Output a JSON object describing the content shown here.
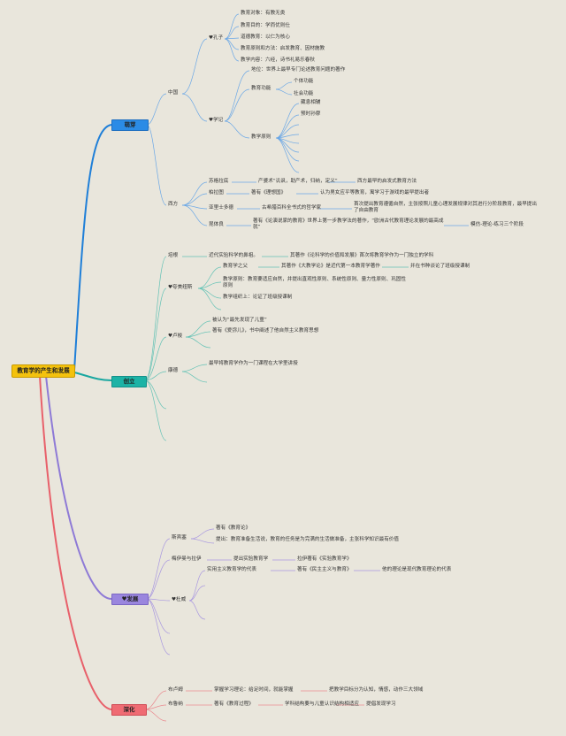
{
  "root": "教育学的产生和发展",
  "branches": [
    {
      "label": "萌芽",
      "color": "#1f7fd8"
    },
    {
      "label": "创立",
      "color": "#1aa7a0"
    },
    {
      "label": "♥发展",
      "color": "#8e7ad6"
    },
    {
      "label": "深化",
      "color": "#e8606a"
    }
  ],
  "mengya": {
    "zhongguo": "中国",
    "kongzi": "♥孔子",
    "kongzi_items": [
      "教育对象：有教无类",
      "教育目的：学而优则仕",
      "道德教育：以仁为核心",
      "教育原则和方法：启发教育、因材施教",
      "教学内容：六经，诗书礼易乐春秋"
    ],
    "xueji": "♥学记",
    "xueji_status": "地位：世界上最早专门论述教育问题的著作",
    "jiaoyu_gongneng": "教育功能",
    "gongneng_items": [
      "个体功能",
      "社会功能"
    ],
    "jiaoxue_yuanze": "教学原则",
    "yuanze_items": [
      "藏息相辅",
      "预时孙摩"
    ],
    "xifang": "西方",
    "xifang_rows": [
      {
        "name": "苏格拉底",
        "c1": "产婆术“讥讽，助产术，归纳，定义”",
        "c2": "西方最早的启发式教育方法"
      },
      {
        "name": "柏拉图",
        "c1": "著有《理想国》",
        "c2": "认为男女应平等教育，寓学习于游戏的最早提出者"
      },
      {
        "name": "亚里士多德",
        "c1": "古希腊百科全书式的哲学家",
        "c2": "首次提出教育遵循自然，主张按照儿童心理发展规律对其进行分阶段教育，最早提出了自由教育"
      },
      {
        "name": "昆体良",
        "c1": "著有《论演说家的教育》世界上第一步教学法的著作，“欧洲古代教育理论发展的最高成就”",
        "c2": "模仿-理论-练习三个阶段"
      }
    ]
  },
  "chuangli": {
    "peigen": "培根",
    "peigen_c1": "近代实验科学的鼻祖。",
    "peigen_c2": "其著作《论科学的价值和发展》首次将教育学作为一门独立的学科",
    "kmns": "♥夸美纽斯",
    "kmns_items": [
      {
        "a": "教育学之父",
        "b": "其著作《大教学论》是近代第一本教育学著作",
        "c": "并在书种谈论了班级授课制"
      },
      {
        "a": "教学原则：教育要适应自然，并提出直观性原则、系统性原则、量力性原则、巩固性原则"
      },
      {
        "a": "教学组织上：论证了班级授课制"
      }
    ],
    "lusuo": "♥卢梭",
    "lusuo_items": [
      "被认为“最先发现了儿童”",
      "著有《爱弥儿》，书中阐述了他自然主义教育思想"
    ],
    "kangde": "康德",
    "kangde_item": "最早将教育学作为一门课程在大学里讲授"
  },
  "fazhan": {
    "sbs": "斯宾塞",
    "sbs_items": [
      "著有《教育论》",
      "提出：教育准备生活说，教育的任务是为完满的生活做准备，主张科学知识最有价值"
    ],
    "mym": "梅伊曼与拉伊",
    "mym_c1": "提出实验教育学",
    "mym_c2": "拉伊著有《实验教育学》",
    "duwei": "♥杜威",
    "duwei_c1": "实用主义教育学的代表",
    "duwei_c2": "著有《民主主义与教育》",
    "duwei_c3": "他的理论是现代教育理论的代表"
  },
  "shenhua": {
    "bln": "布卢姆",
    "bln_c1": "掌握学习理论：给足时间，就能掌握",
    "bln_c2": "把教学目标分为认知，情感，动作三大领域",
    "blnr": "布鲁纳",
    "blnr_c1": "著有《教育过程》",
    "blnr_c2": "学科结构要与儿童认识结构相适应",
    "blnr_c3": "提倡发现学习"
  }
}
